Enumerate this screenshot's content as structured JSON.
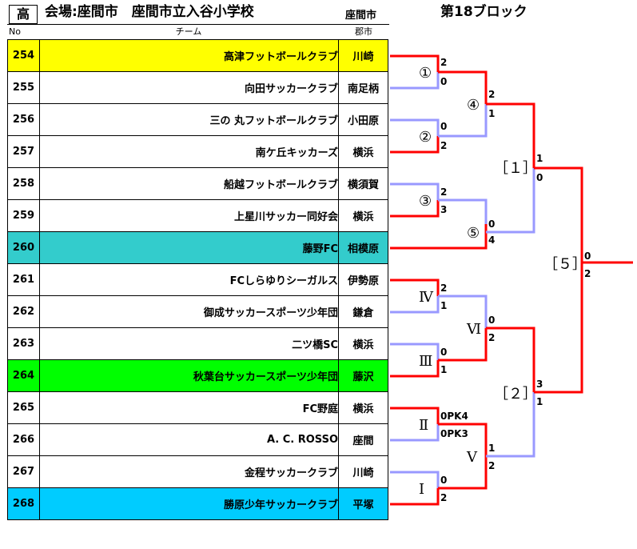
{
  "header": {
    "category_badge": "高",
    "venue": "会場:座間市　座間市立入谷小学校",
    "host_city": "座間市",
    "block": "第18ブロック"
  },
  "columns": {
    "no": "No",
    "team": "チーム",
    "city": "郡市"
  },
  "teams": [
    {
      "no": "254",
      "name": "高津フットボールクラブ",
      "city": "川崎",
      "color": "#ffff00"
    },
    {
      "no": "255",
      "name": "向田サッカークラブ",
      "city": "南足柄",
      "color": "#ffffff"
    },
    {
      "no": "256",
      "name": "三の 丸フットボールクラブ",
      "city": "小田原",
      "color": "#ffffff"
    },
    {
      "no": "257",
      "name": "南ケ丘キッカーズ",
      "city": "横浜",
      "color": "#ffffff"
    },
    {
      "no": "258",
      "name": "船越フットボールクラブ",
      "city": "横須賀",
      "color": "#ffffff"
    },
    {
      "no": "259",
      "name": "上星川サッカー同好会",
      "city": "横浜",
      "color": "#ffffff"
    },
    {
      "no": "260",
      "name": "藤野FC",
      "city": "相模原",
      "color": "#33cccc"
    },
    {
      "no": "261",
      "name": "FCしらゆりシーガルス",
      "city": "伊勢原",
      "color": "#ffffff"
    },
    {
      "no": "262",
      "name": "御成サッカースポーツ少年団",
      "city": "鎌倉",
      "color": "#ffffff"
    },
    {
      "no": "263",
      "name": "二ツ橋SC",
      "city": "横浜",
      "color": "#ffffff"
    },
    {
      "no": "264",
      "name": "秋葉台サッカースポーツ少年団",
      "city": "藤沢",
      "color": "#00ff00"
    },
    {
      "no": "265",
      "name": "FC野庭",
      "city": "横浜",
      "color": "#ffffff"
    },
    {
      "no": "266",
      "name": "A. C. ROSSO",
      "city": "座間",
      "color": "#ffffff"
    },
    {
      "no": "267",
      "name": "金程サッカークラブ",
      "city": "川崎",
      "color": "#ffffff"
    },
    {
      "no": "268",
      "name": "勝原少年サッカークラブ",
      "city": "平塚",
      "color": "#00ccff"
    }
  ],
  "bracket": {
    "match_labels": [
      "①",
      "②",
      "③",
      "④",
      "⑤",
      "Ⅳ",
      "Ⅲ",
      "Ⅵ",
      "Ⅱ",
      "Ⅰ",
      "Ⅴ",
      "［１］",
      "［２］",
      "［５］"
    ],
    "scores": [
      "2",
      "0",
      "0",
      "2",
      "2",
      "3",
      "2",
      "1",
      "0",
      "4",
      "1",
      "0",
      "2",
      "1",
      "0",
      "1",
      "0",
      "2",
      "0PK4",
      "0PK3",
      "0",
      "2",
      "1",
      "2",
      "3",
      "1",
      "0",
      "2"
    ]
  },
  "colors": {
    "winner": "#ff0000",
    "loser": "#9999ff"
  }
}
